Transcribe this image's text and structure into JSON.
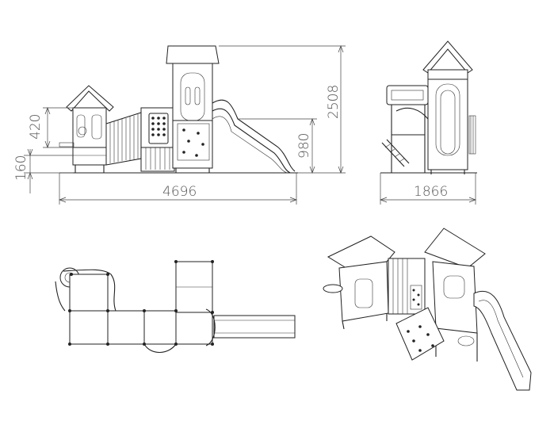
{
  "dimensions": {
    "total_height": "2508",
    "platform_height": "980",
    "step_420": "420",
    "step_160": "160",
    "total_length": "4696",
    "total_width": "1866"
  },
  "views": [
    "front-elevation",
    "side-elevation",
    "plan-view",
    "isometric-view"
  ]
}
